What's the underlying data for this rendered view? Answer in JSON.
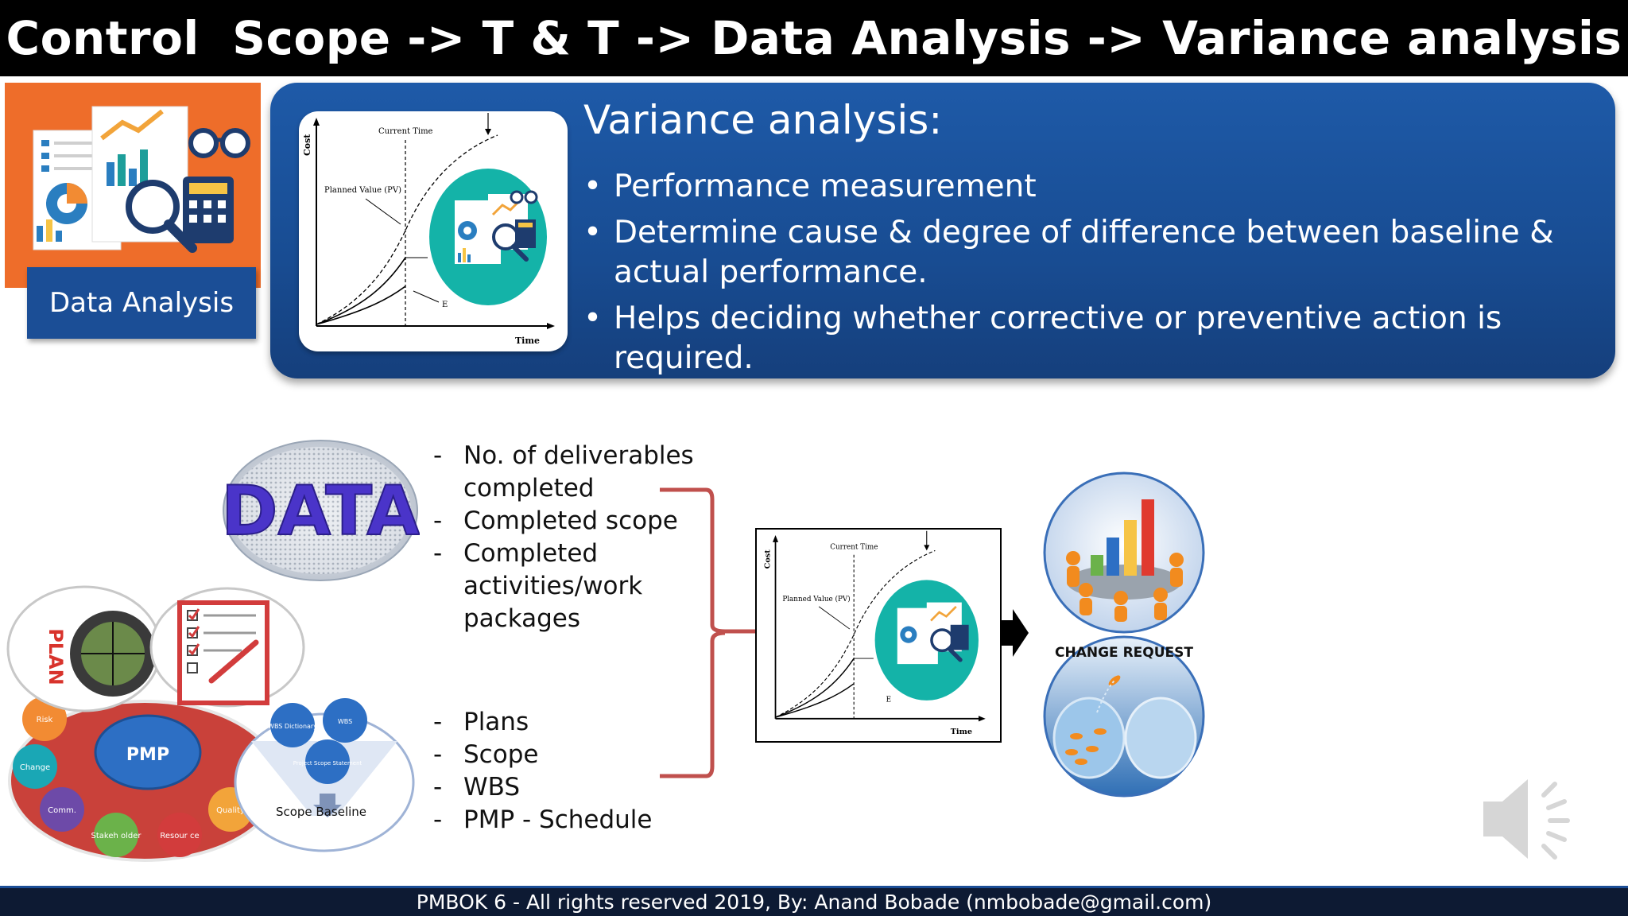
{
  "header": {
    "title": "Control  Scope -> T & T -> Data Analysis -> Variance analysis"
  },
  "data_analysis_card": {
    "label": "Data Analysis"
  },
  "variance_panel": {
    "heading": "Variance analysis:",
    "bullets": [
      "Performance measurement",
      "Determine cause & degree of difference between baseline & actual performance.",
      "Helps deciding whether corrective or preventive action is required."
    ]
  },
  "evm_chart": {
    "y_axis": "Cost",
    "x_axis": "Time",
    "current_time": "Current Time",
    "planned_value": "Planned Value (PV)",
    "ev_fragment": "E"
  },
  "inputs_top": {
    "items": [
      "No. of deliverables completed",
      "Completed scope",
      "Completed activities/work packages"
    ]
  },
  "inputs_bottom": {
    "items": [
      "Plans",
      "Scope",
      "WBS",
      "PMP - Schedule"
    ]
  },
  "images": {
    "data_word": "DATA",
    "plan_letters": "PLAN",
    "pmp_center": "PMP",
    "pmp_nodes": [
      "Risk",
      "Change",
      "Comm.",
      "Stakeh older",
      "Resour ce",
      "Quality"
    ],
    "scope_baseline": "Scope Baseline",
    "scope_nodes": [
      "WBS Dictionary",
      "WBS",
      "Project Scope Statement"
    ],
    "change_request": "CHANGE REQUEST"
  },
  "footer": {
    "text": "PMBOK 6 - All rights reserved 2019,  By: Anand Bobade (nmbobade@gmail.com)"
  },
  "colors": {
    "title_bg": "#000000",
    "panel_blue": "#1b4e96",
    "card_orange": "#ee6d2a",
    "brace_red": "#c0504d",
    "teal": "#14b3a8",
    "pmp_red": "#c9413a"
  }
}
